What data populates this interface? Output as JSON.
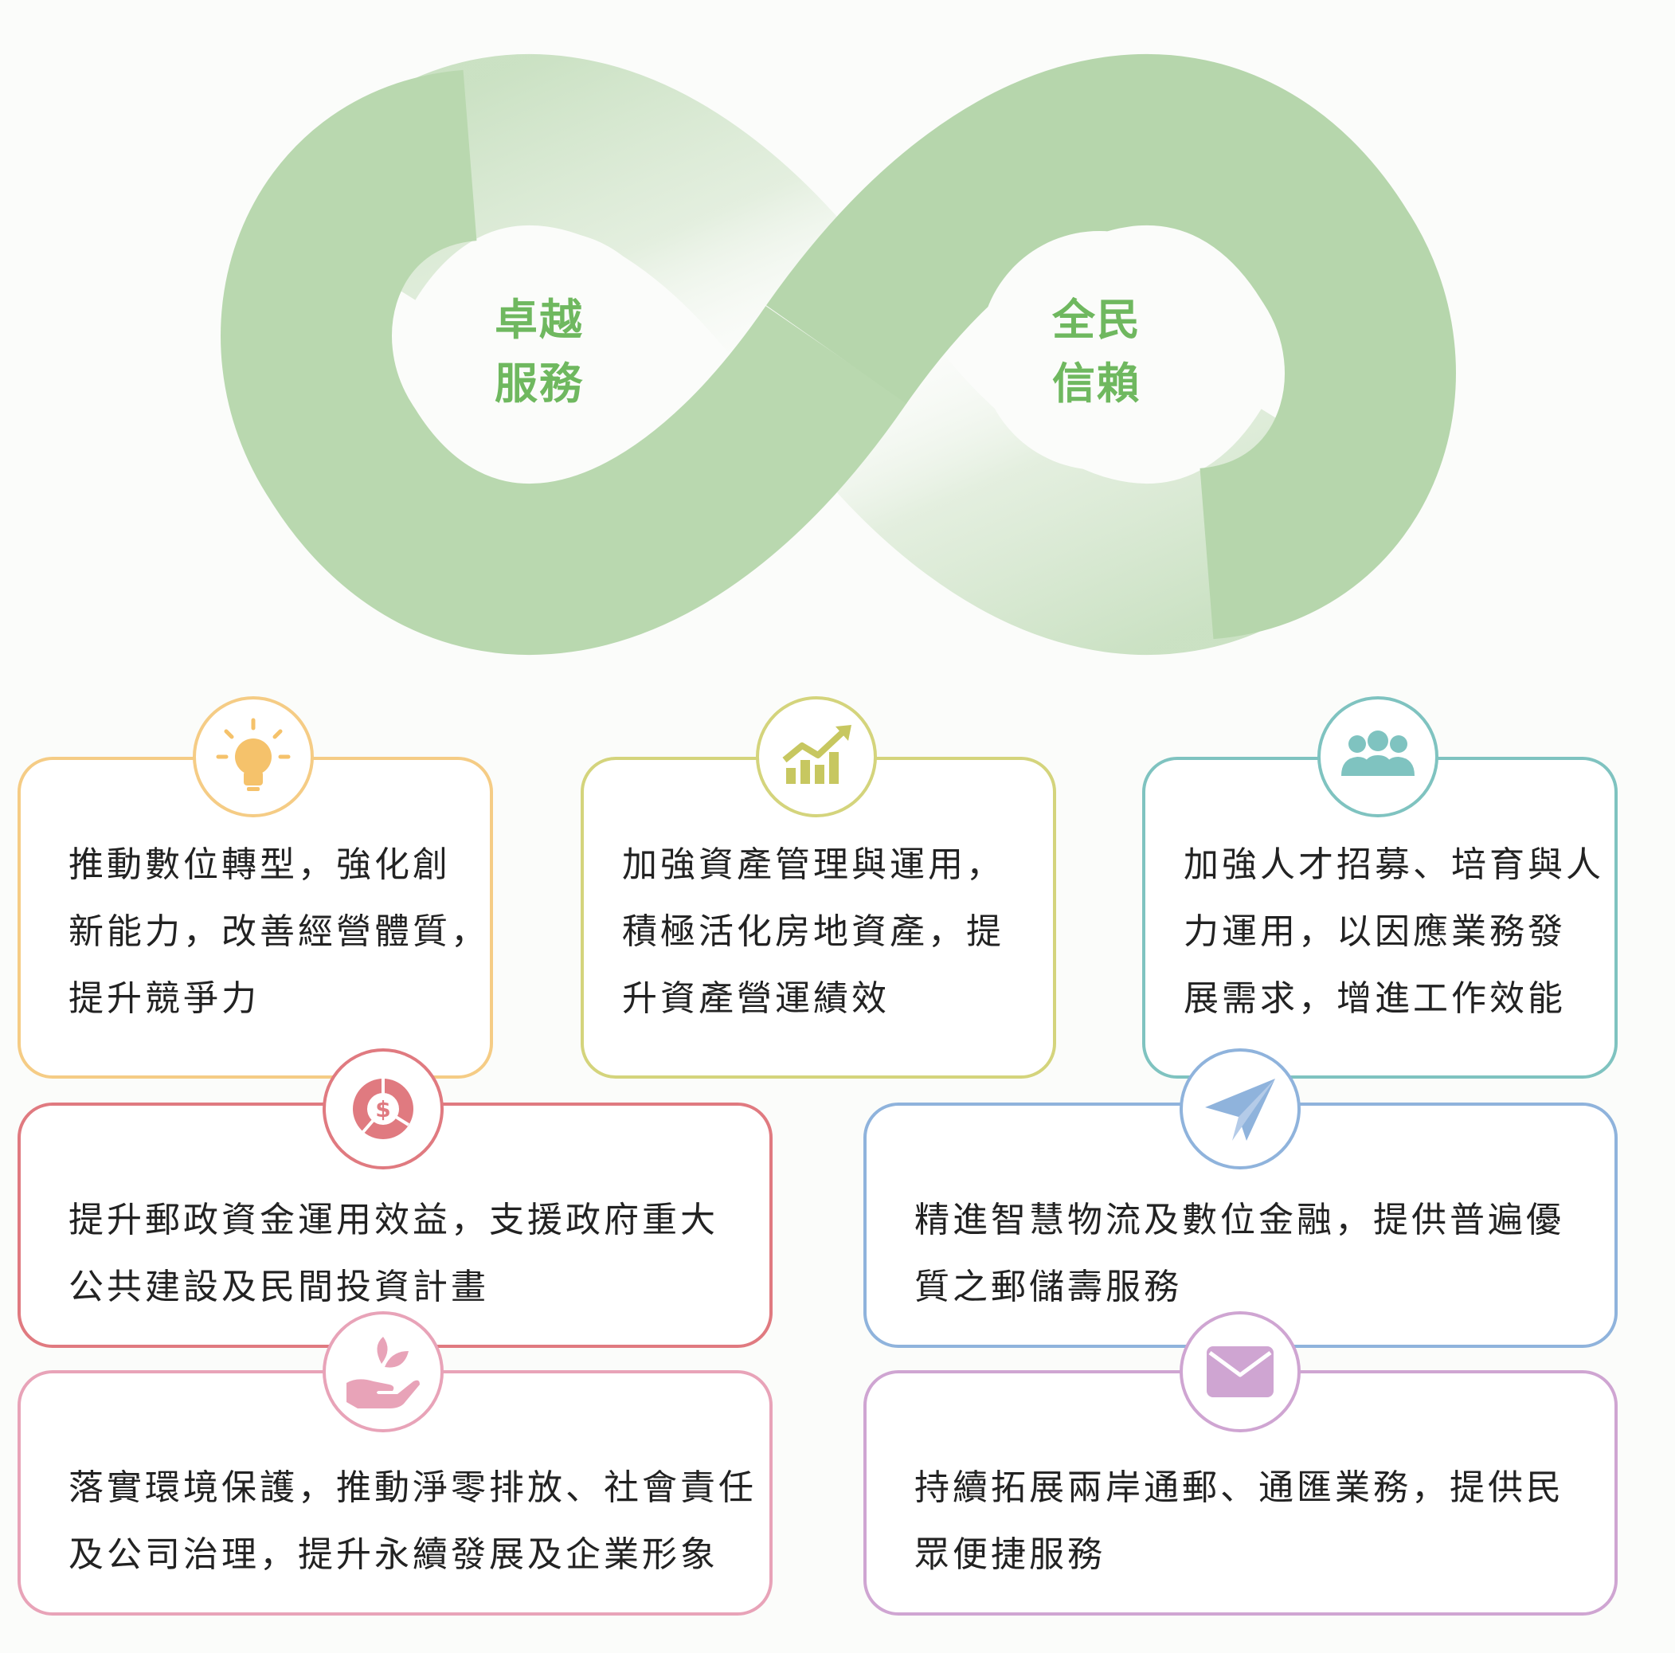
{
  "infinity": {
    "left_label": [
      "卓越",
      "服務"
    ],
    "right_label": [
      "全民",
      "信賴"
    ],
    "color": "#b6d6ac"
  },
  "cards": [
    {
      "id": "digital",
      "icon": "lightbulb-icon",
      "color": "#f5cc85",
      "lines": [
        "推動數位轉型，強化創",
        "新能力，改善經營體質，",
        "提升競爭力"
      ]
    },
    {
      "id": "assets",
      "icon": "growth-chart-icon",
      "color": "#d4d47c",
      "lines": [
        "加強資產管理與運用，",
        "積極活化房地資產，提",
        "升資產營運績效"
      ]
    },
    {
      "id": "talent",
      "icon": "people-group-icon",
      "color": "#7fc3c0",
      "lines": [
        "加強人才招募、培育與人",
        "力運用，以因應業務發",
        "展需求，增進工作效能"
      ]
    },
    {
      "id": "funds",
      "icon": "dollar-pie-icon",
      "color": "#e07a80",
      "lines": [
        "提升郵政資金運用效益，支援政府重大",
        "公共建設及民間投資計畫"
      ]
    },
    {
      "id": "logistics",
      "icon": "paper-plane-icon",
      "color": "#8fb3dc",
      "lines": [
        "精進智慧物流及數位金融，提供普遍優",
        "質之郵儲壽服務"
      ]
    },
    {
      "id": "esg",
      "icon": "hand-sprout-icon",
      "color": "#e8a3b8",
      "lines": [
        "落實環境保護，推動淨零排放、社會責任",
        "及公司治理，提升永續發展及企業形象"
      ]
    },
    {
      "id": "crossstrait",
      "icon": "envelope-icon",
      "color": "#cfa5d2",
      "lines": [
        "持續拓展兩岸通郵、通匯業務，提供民",
        "眾便捷服務"
      ]
    }
  ]
}
